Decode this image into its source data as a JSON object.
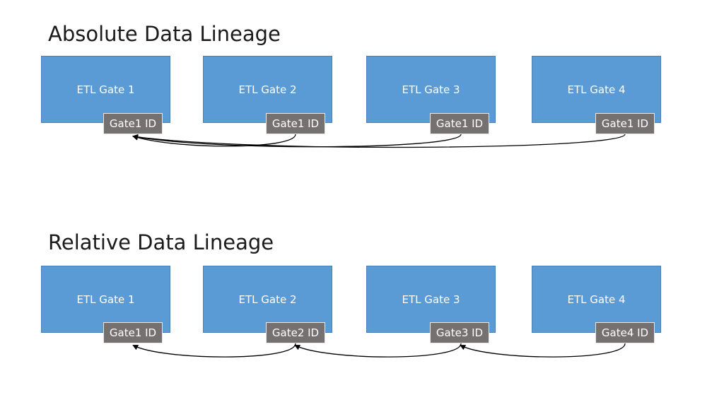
{
  "diagram": {
    "sections": [
      {
        "id": "abs",
        "title": "Absolute Data Lineage",
        "gates": [
          {
            "label": "ETL Gate 1",
            "id_tag": "Gate1 ID"
          },
          {
            "label": "ETL Gate 2",
            "id_tag": "Gate1 ID"
          },
          {
            "label": "ETL Gate 3",
            "id_tag": "Gate1 ID"
          },
          {
            "label": "ETL Gate 4",
            "id_tag": "Gate1 ID"
          }
        ],
        "links": [
          {
            "from": 1,
            "to": 0
          },
          {
            "from": 2,
            "to": 0
          },
          {
            "from": 3,
            "to": 0
          }
        ]
      },
      {
        "id": "rel",
        "title": "Relative Data Lineage",
        "gates": [
          {
            "label": "ETL Gate 1",
            "id_tag": "Gate1 ID"
          },
          {
            "label": "ETL Gate 2",
            "id_tag": "Gate2 ID"
          },
          {
            "label": "ETL Gate 3",
            "id_tag": "Gate3 ID"
          },
          {
            "label": "ETL Gate 4",
            "id_tag": "Gate4 ID"
          }
        ],
        "links": [
          {
            "from": 1,
            "to": 0
          },
          {
            "from": 2,
            "to": 1
          },
          {
            "from": 3,
            "to": 2
          }
        ]
      }
    ],
    "colors": {
      "gate_fill": "#5b9bd5",
      "id_tag_fill": "#767171",
      "arrow": "#000000"
    }
  }
}
